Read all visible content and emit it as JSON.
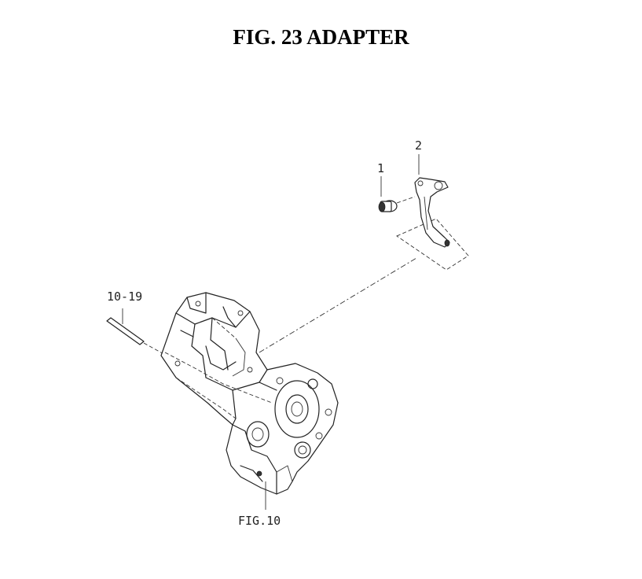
{
  "title": "FIG. 23  ADAPTER",
  "callouts": {
    "part_1": "1",
    "part_2": "2",
    "pin_ref": "10-19",
    "fig_ref": "FIG.10"
  },
  "colors": {
    "ink": "#222222",
    "background": "#ffffff"
  }
}
